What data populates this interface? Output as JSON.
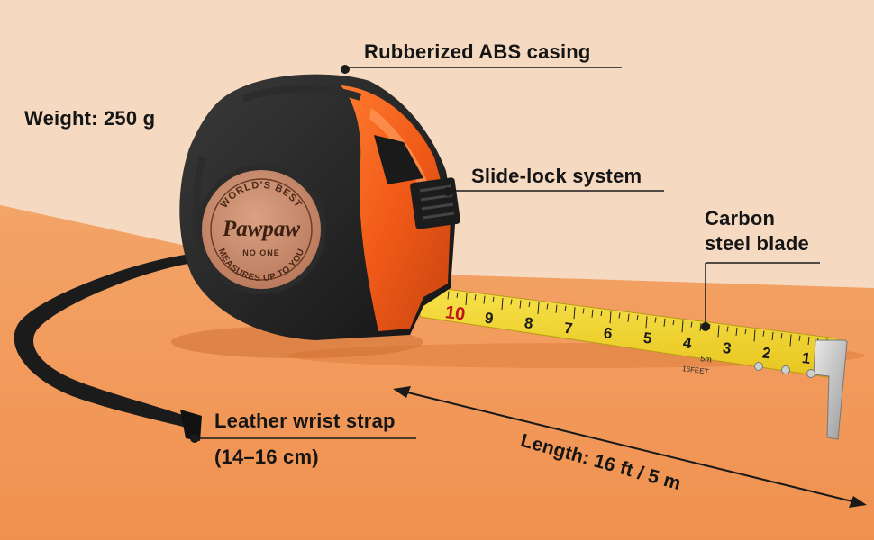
{
  "callouts": {
    "casing": "Rubberized ABS casing",
    "weight": "Weight: 250 g",
    "lock": "Slide-lock system",
    "blade_line1": "Carbon",
    "blade_line2": "steel blade",
    "strap": "Leather wrist strap",
    "strap_size": "(14–16 cm)",
    "length": "Length: 16 ft / 5 m"
  },
  "badge": {
    "top_text": "WORLD'S BEST",
    "brand": "Pawpaw",
    "middle_text": "NO ONE",
    "bottom_text": "MEASURES UP TO YOU"
  },
  "tape_numbers": [
    "10",
    "9",
    "8",
    "7",
    "6",
    "5",
    "4",
    "3",
    "2",
    "1"
  ],
  "tape_marks": [
    "5m",
    "16FEET"
  ],
  "colors": {
    "background_top": "#f6d9c1",
    "background_bottom": "#f4a063",
    "casing_orange": "#f05a18",
    "casing_black": "#1f1f1f",
    "blade_yellow": "#f2d52c",
    "badge_copper": "#c98a68"
  }
}
